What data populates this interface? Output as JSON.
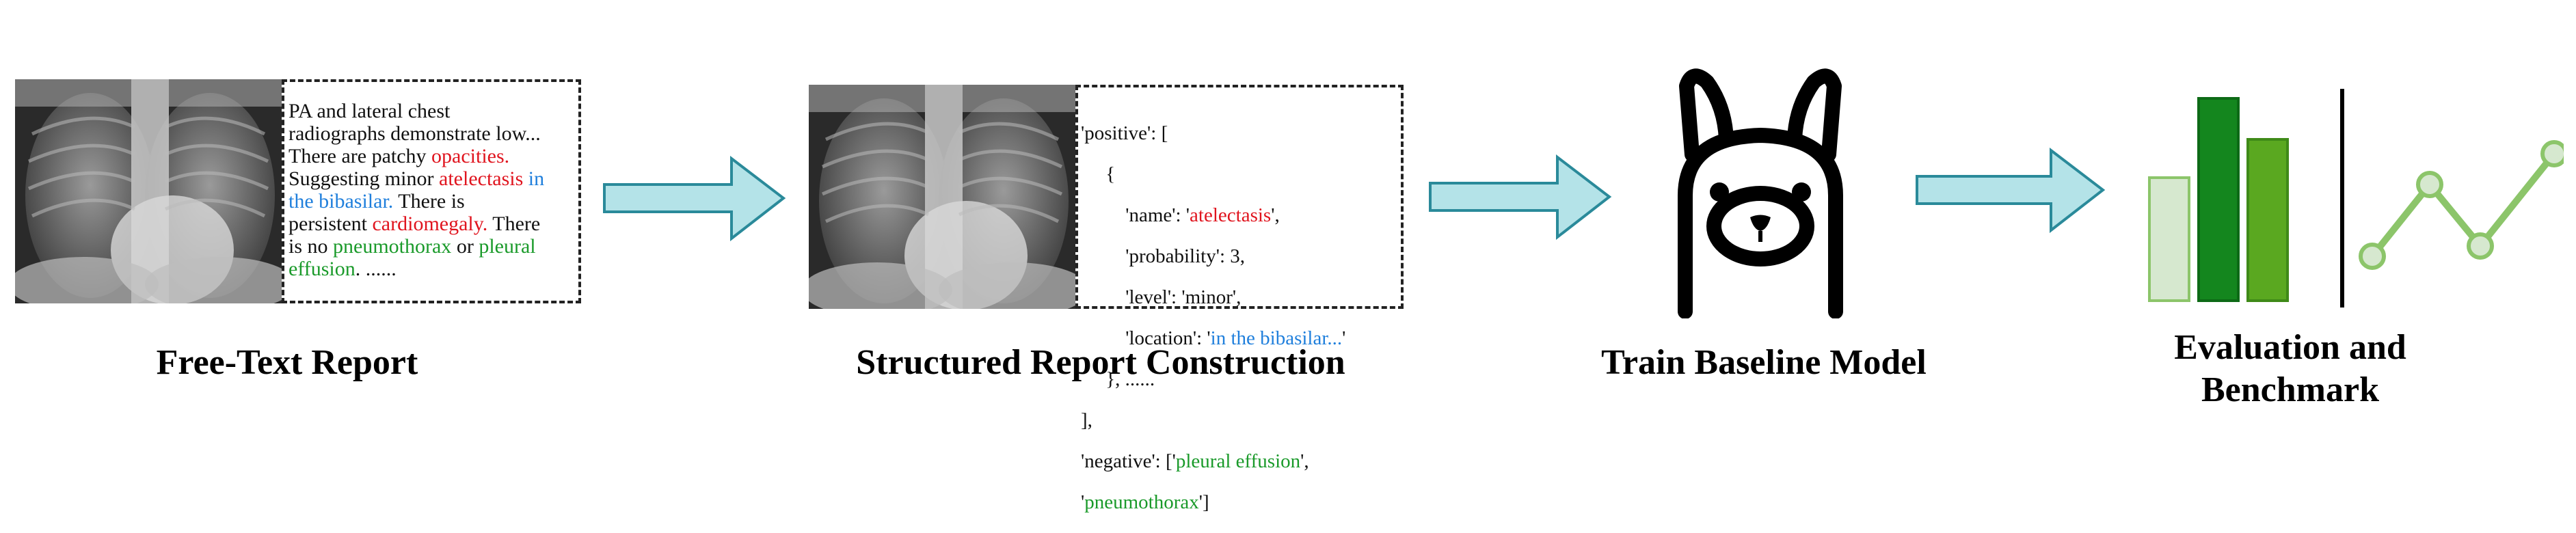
{
  "stages": [
    {
      "caption": "Free-Text Report"
    },
    {
      "caption": "Structured Report Construction"
    },
    {
      "caption": "Train Baseline Model"
    },
    {
      "caption_line1": "Evaluation and",
      "caption_line2": "Benchmark"
    }
  ],
  "free_text": {
    "t1": "PA and lateral chest",
    "t2": "radiographs demonstrate low...",
    "t3": "There are patchy ",
    "opacities": "opacities.",
    "t4": "Suggesting minor ",
    "atelectasis": "atelectasis",
    "t5": " in",
    "bibasilar": "the bibasilar.",
    "t6": "  There is",
    "t7": "persistent ",
    "cardiomegaly": "cardiomegaly.",
    "t8": "  There",
    "t9": "is no ",
    "pneumothorax": "pneumothorax",
    "t10": " or ",
    "pleural": "pleural",
    "effusion": "effusion",
    "t11": ". ......"
  },
  "structured": {
    "l1": "'positive': [",
    "l2": "     {",
    "l3a": "         'name': '",
    "l3b": "atelectasis",
    "l3c": "',",
    "l4": "         'probability': 3,",
    "l5": "         'level': 'minor',",
    "l6a": "         'location': '",
    "l6b": "in the bibasilar...",
    "l6c": "'",
    "l7": "     }, ......",
    "l8": "],",
    "l9a": "'negative': ['",
    "l9b": "pleural effusion",
    "l9c": "',",
    "l10a": "'",
    "l10b": "pneumothorax",
    "l10c": "']"
  },
  "colors": {
    "arrow_fill": "#b4e3e8",
    "arrow_stroke": "#2a8a9a",
    "bar_light": "#d6e8cf",
    "bar_dark": "#14861e",
    "bar_mid": "#5aa820",
    "line": "#8cc56a"
  }
}
